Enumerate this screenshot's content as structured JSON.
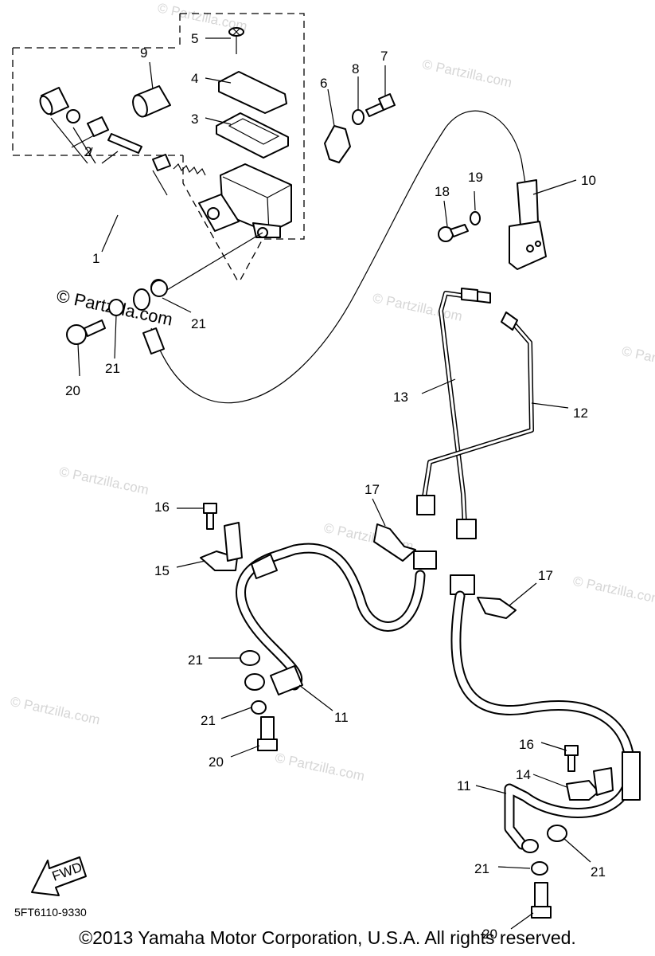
{
  "watermark": {
    "repeat_text": "© Partzilla.com",
    "main_text": "© Partzilla.com"
  },
  "callouts": {
    "c1": "1",
    "c2": "2",
    "c3": "3",
    "c4": "4",
    "c5": "5",
    "c6": "6",
    "c7": "7",
    "c8": "8",
    "c9": "9",
    "c10": "10",
    "c11a": "11",
    "c11b": "11",
    "c12": "12",
    "c13": "13",
    "c14": "14",
    "c15": "15",
    "c16a": "16",
    "c16b": "16",
    "c17a": "17",
    "c17b": "17",
    "c18": "18",
    "c19": "19",
    "c20a": "20",
    "c20b": "20",
    "c20c": "20",
    "c21a": "21",
    "c21b": "21",
    "c21c": "21",
    "c21d": "21",
    "c21e": "21",
    "c21f": "21"
  },
  "fwd_label": "FWD",
  "diagram_code": "5FT6110-9330",
  "copyright": "©2013 Yamaha Motor Corporation, U.S.A. All rights reserved."
}
